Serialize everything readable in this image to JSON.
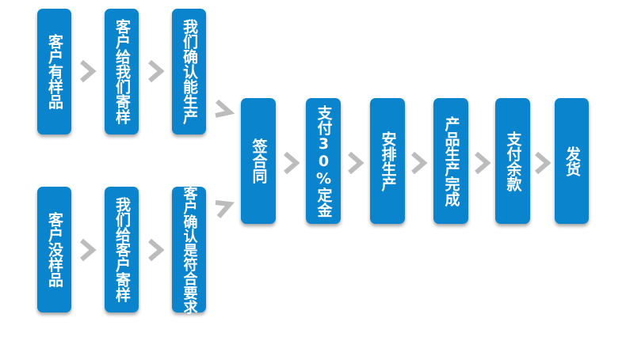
{
  "steps": {
    "top_1": "客户有样品",
    "top_2": "客户给我们寄样",
    "top_3": "我们确认能生产",
    "bottom_1": "客户没样品",
    "bottom_2": "我们给客户寄样",
    "bottom_3": "客户确认是符合要求",
    "sign_contract": "签合同",
    "pay_deposit": "支付30%定金",
    "arrange_production": "安排生产",
    "production_done": "产品生产完成",
    "pay_balance": "支付余款",
    "ship": "发货"
  },
  "colors": {
    "box": "#0a84cc",
    "arrow": "#bcbcbc"
  },
  "icons": {
    "chevron": "chevron-right-icon",
    "merge_arrow": "arrow-icon"
  }
}
